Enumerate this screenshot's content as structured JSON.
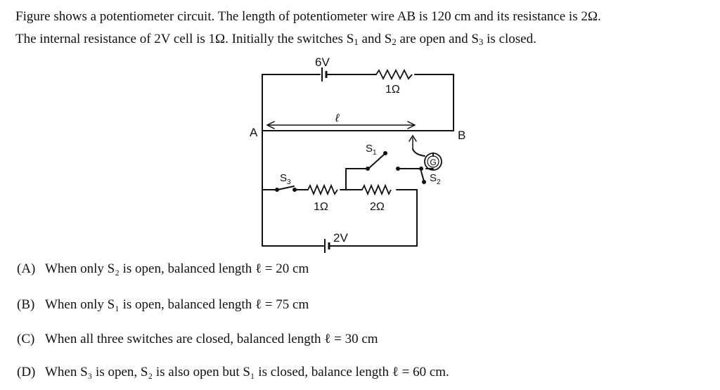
{
  "question": {
    "line1": "Figure shows a potentiometer circuit. The length of potentiometer wire AB is 120 cm and its resistance is 2Ω.",
    "line2_before_s1": "The internal resistance of 2V cell is 1Ω. Initially the switches S",
    "line2_mid1": " and S",
    "line2_mid2": " are open and S",
    "line2_after": " is closed."
  },
  "figure": {
    "battery_6v": "6V",
    "res_top": "1Ω",
    "point_a": "A",
    "point_b": "B",
    "length_symbol": "ℓ",
    "s1": "S",
    "s2": "S",
    "s3": "S",
    "s1_sub": "1",
    "s2_sub": "2",
    "s3_sub": "3",
    "galvanometer": "G",
    "res_1": "1Ω",
    "res_2": "2Ω",
    "battery_2v": "2V"
  },
  "options": [
    {
      "letter": "(A)",
      "text": "When only S₂ is open, balanced length ℓ = 20 cm"
    },
    {
      "letter": "(B)",
      "text": "When only S₁ is open, balanced length ℓ = 75 cm"
    },
    {
      "letter": "(C)",
      "text": "When all three switches are closed, balanced length ℓ = 30 cm"
    },
    {
      "letter": "(D)",
      "text": "When S₃ is open, S₂ is also open but S₁ is closed, balance length ℓ = 60 cm."
    }
  ],
  "colors": {
    "text": "#111111",
    "background": "#ffffff"
  }
}
